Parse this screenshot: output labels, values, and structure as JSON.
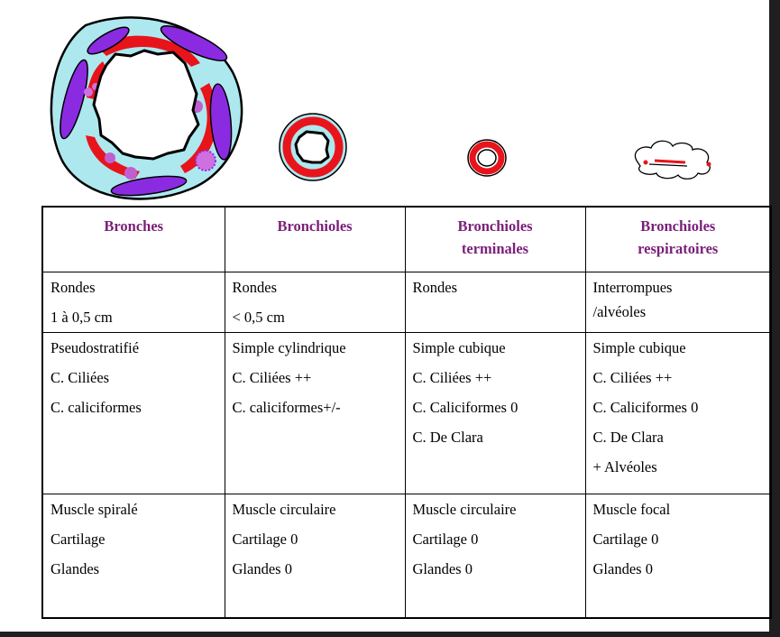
{
  "columns": [
    {
      "header_lines": [
        "Bronches"
      ],
      "rows": [
        [
          "Rondes",
          "1 à 0,5 cm"
        ],
        [
          "Pseudostratifié",
          "C. Ciliées",
          "C. caliciformes"
        ],
        [
          "Muscle spiralé",
          "Cartilage",
          "Glandes"
        ]
      ]
    },
    {
      "header_lines": [
        "Bronchioles"
      ],
      "rows": [
        [
          "Rondes",
          "< 0,5 cm"
        ],
        [
          "Simple cylindrique",
          "C. Ciliées ++",
          "C. caliciformes+/-"
        ],
        [
          "Muscle circulaire",
          "Cartilage 0",
          "Glandes 0"
        ]
      ]
    },
    {
      "header_lines": [
        "Bronchioles",
        "terminales"
      ],
      "rows": [
        [
          "Rondes"
        ],
        [
          "Simple cubique",
          "C. Ciliées ++",
          "C. Caliciformes 0",
          "C. De Clara"
        ],
        [
          "Muscle circulaire",
          "Cartilage 0",
          "Glandes 0"
        ]
      ]
    },
    {
      "header_lines": [
        "Bronchioles",
        "respiratoires"
      ],
      "rows": [
        [
          "Interrompues",
          "/alvéoles"
        ],
        [
          "Simple cubique",
          "C. Ciliées ++",
          "C. Caliciformes 0",
          "C. De Clara",
          "+ Alvéoles"
        ],
        [
          "Muscle focal",
          "Cartilage 0",
          "Glandes 0"
        ]
      ]
    }
  ],
  "colors": {
    "header_text": "#7a1f7a",
    "cartilage": "#8a2be2",
    "muscle": "#e8141c",
    "submucosa": "#aee8ef",
    "epithelium": "#000000"
  }
}
